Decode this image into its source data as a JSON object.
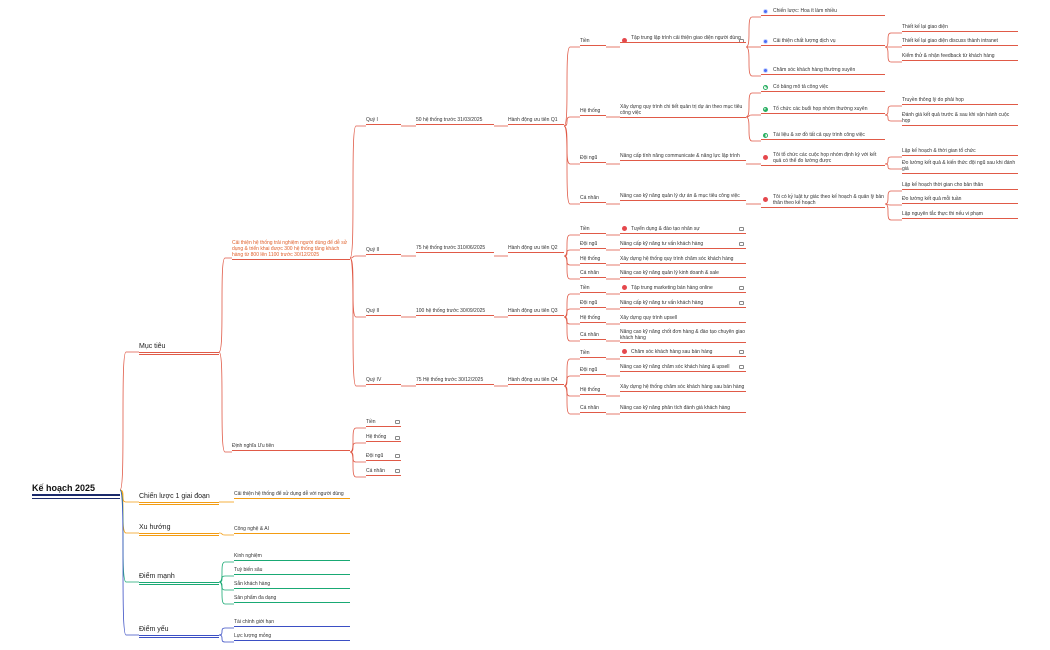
{
  "root": "Kế hoạch 2025",
  "branches": {
    "muc_tieu": "Mục tiêu",
    "chien_luoc": "Chiến lược 1 giai đoạn",
    "xu_huong": "Xu hướng",
    "diem_manh": "Điểm mạnh",
    "diem_yeu": "Điểm yếu"
  },
  "muc_tieu": {
    "goal": "Cải thiện hệ thống trải nghiệm người dùng để dễ sử dụng & triển khai được 300 hệ thống tăng khách hàng từ 800 lên 1100 trước 30/12/2025",
    "quarters": [
      {
        "label": "Quý I",
        "target": "50 hệ thống trước 31/03/2025",
        "action": "Hành động ưu tiên Q1"
      },
      {
        "label": "Quý II",
        "target": "75 hệ thống trước 310/06/2025",
        "action": "Hành động ưu tiên Q2"
      },
      {
        "label": "Quý II",
        "target": "100 hệ thống trước 30/09/2025",
        "action": "Hành động ưu tiên Q3"
      },
      {
        "label": "Quý IV",
        "target": "75 Hệ thống trước 30/12/2025",
        "action": "Hành động ưu tiên Q4"
      }
    ],
    "dinh_nghia": "Định nghĩa Ưu tiên",
    "dinh_nghia_items": [
      "Tiền",
      "Hệ thống",
      "Đội ngũ",
      "Cá nhân"
    ]
  },
  "q1": {
    "tien": "Tiền",
    "tien_action": "Tập trung lập trình cải thiện giao diện người dùng",
    "tien_sub": [
      "Chiến lược: Hoa ít làm nhiều",
      "Cải thiện chất lượng dịch vụ",
      "Chăm sóc khách hàng thường xuyên"
    ],
    "tien_sub2": [
      "Thiết kế lại giao diện",
      "Thiết kế lại giao diện discuss thành intranet",
      "Kiểm thử & nhận feedback từ khách hàng"
    ],
    "he_thong": "Hệ thống",
    "he_thong_action": "Xây dựng quy trình chi tiết quản trị dự án theo mục tiêu công việc",
    "he_thong_sub": [
      "Có bảng mô tả công việc",
      "Tổ chức các buổi họp nhóm thường xuyên",
      "Tài liệu & sơ đồ tất cả quy trình công việc"
    ],
    "he_thong_sub2": [
      "Truyền thông lý do phải họp",
      "Đánh giá kết quả trước & sau khi vận hành cuộc họp"
    ],
    "doi_ngu": "Đội ngũ",
    "doi_ngu_action": "Nâng cấp tính năng communicate & năng lực lập trình",
    "doi_ngu_sub": "Tôi tổ chức các cuộc họp nhóm định kỳ với kết quả có thể đo lường được",
    "doi_ngu_sub2": [
      "Lập kế hoạch & thời gian tổ chức",
      "Đo lường kết quả & kiến thức đội ngũ sau khi đánh giá"
    ],
    "ca_nhan": "Cá nhân",
    "ca_nhan_action": "Nâng cao kỹ năng quản lý dự án & mục tiêu công việc",
    "ca_nhan_sub": "Tôi có kỷ luật tự giác theo kế hoạch & quản lý bản thân theo kế hoạch",
    "ca_nhan_sub2": [
      "Lập kế hoạch thời gian cho bản thân",
      "Đo lường kết quả mỗi tuần",
      "Lập nguyên tắc thực thi nếu vi phạm"
    ]
  },
  "q2": {
    "rows": [
      {
        "k": "Tiền",
        "v": "Tuyển dụng & đào tạo nhân sự"
      },
      {
        "k": "Đội ngũ",
        "v": "Nâng cấp kỹ năng tư vấn khách hàng"
      },
      {
        "k": "Hệ thống",
        "v": "Xây dựng hệ thống quy trình chăm sóc khách hàng"
      },
      {
        "k": "Cá nhân",
        "v": "Nâng cao kỹ năng quản lý kinh doanh & sale"
      }
    ]
  },
  "q3": {
    "rows": [
      {
        "k": "Tiền",
        "v": "Tập trung marketing bán hàng online"
      },
      {
        "k": "Đội ngũ",
        "v": "Nâng cấp kỹ năng tư vấn khách hàng"
      },
      {
        "k": "Hệ thống",
        "v": "Xây dựng quy trình upsell"
      },
      {
        "k": "Cá nhân",
        "v": "Nâng cao kỹ năng chốt đơn hàng & đào tạo chuyên giao khách hàng"
      }
    ]
  },
  "q4": {
    "rows": [
      {
        "k": "Tiền",
        "v": "Chăm sóc khách hàng sau bán hàng"
      },
      {
        "k": "Đội ngũ",
        "v": "Nâng cao kỹ năng chăm sóc khách hàng & upsell"
      },
      {
        "k": "Hệ thống",
        "v": "Xây dựng hệ thống chăm sóc khách hàng sau bán hàng"
      },
      {
        "k": "Cá nhân",
        "v": "Nâng cao kỹ năng phân tích đánh giá khách hàng"
      }
    ]
  },
  "chien_luoc_item": "Cải thiện hệ thống để sử dụng dễ với người dùng",
  "xu_huong_item": "Công nghệ & AI",
  "diem_manh_items": [
    "Kinh nghiệm",
    "Tuỳ biến sâu",
    "Sẵn khách hàng",
    "Sản phẩm đa dạng"
  ],
  "diem_yeu_items": [
    "Tài chính giới hạn",
    "Lực lượng mỏng"
  ],
  "colors": {
    "red": "#e05a47",
    "orange": "#f39c12",
    "green": "#19a974",
    "blue": "#3b4fc4",
    "root": "#1b2a6b"
  }
}
